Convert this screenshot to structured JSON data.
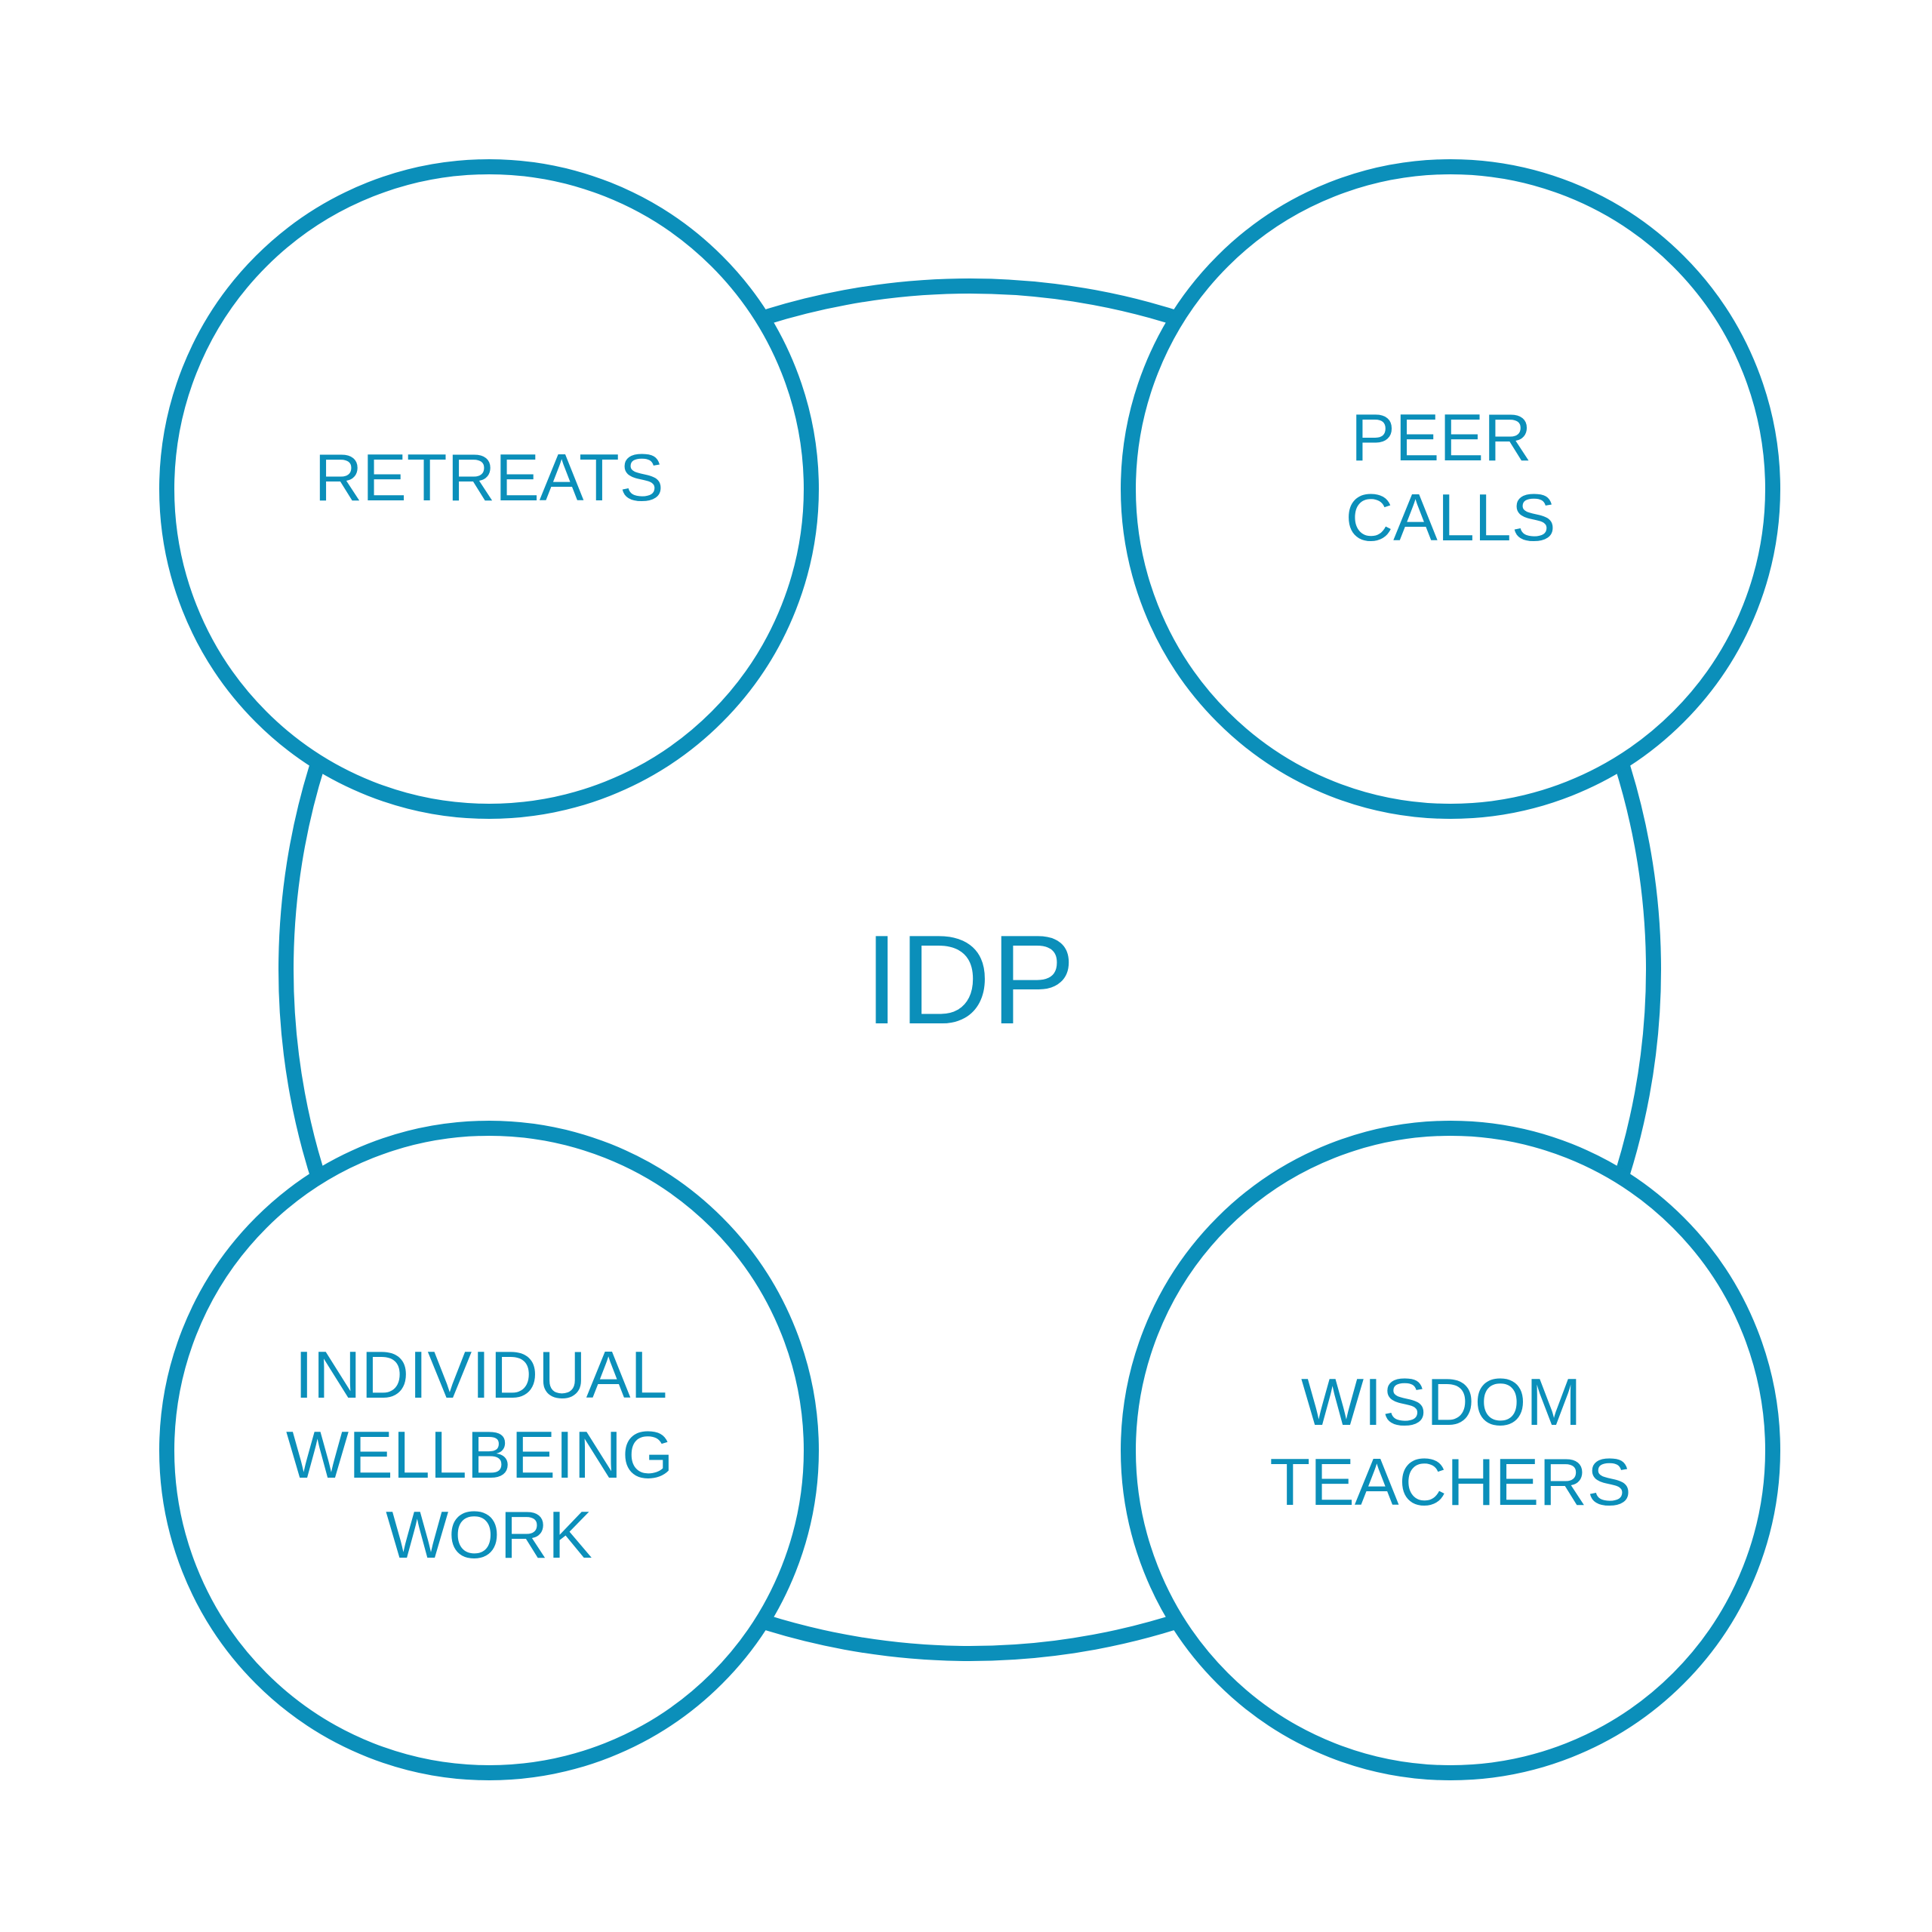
{
  "diagram": {
    "center": {
      "label": "IDP"
    },
    "nodes": [
      {
        "id": "retreats",
        "lines": [
          "RETREATS"
        ]
      },
      {
        "id": "peer-calls",
        "lines": [
          "PEER",
          "CALLS"
        ]
      },
      {
        "id": "individual-wellbeing-work",
        "lines": [
          "INDIVIDUAL",
          "WELLBEING",
          "WORK"
        ]
      },
      {
        "id": "wisdom-teachers",
        "lines": [
          "WISDOM",
          "TEACHERS"
        ]
      }
    ]
  },
  "colors": {
    "accent": "#0b8fba",
    "background": "#ffffff"
  }
}
